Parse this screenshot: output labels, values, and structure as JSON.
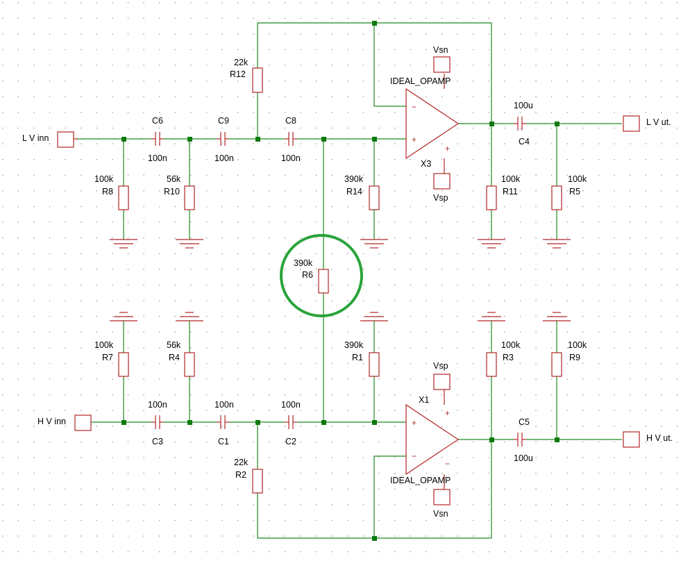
{
  "ports": {
    "lv_in": "L V inn",
    "lv_out": "L V ut.",
    "hv_in": "H V inn",
    "hv_out": "H V ut."
  },
  "opamps": {
    "x3": {
      "ref": "X3",
      "model": "IDEAL_OPAMP",
      "supply_top": "Vsn",
      "supply_bottom": "Vsp",
      "in_minus": "−",
      "in_plus": "+",
      "pin_plus": "+"
    },
    "x1": {
      "ref": "X1",
      "model": "IDEAL_OPAMP",
      "supply_top": "Vsp",
      "supply_bottom": "Vsn",
      "in_minus": "−",
      "in_plus": "+",
      "pin_plus": "+",
      "pin_minus": "−"
    }
  },
  "resistors": {
    "r12": {
      "ref": "R12",
      "value": "22k"
    },
    "r8": {
      "ref": "R8",
      "value": "100k"
    },
    "r10": {
      "ref": "R10",
      "value": "56k"
    },
    "r14": {
      "ref": "R14",
      "value": "390k"
    },
    "r11": {
      "ref": "R11",
      "value": "100k"
    },
    "r5": {
      "ref": "R5",
      "value": "100k"
    },
    "r6": {
      "ref": "R6",
      "value": "390k"
    },
    "r7": {
      "ref": "R7",
      "value": "100k"
    },
    "r4": {
      "ref": "R4",
      "value": "56k"
    },
    "r1": {
      "ref": "R1",
      "value": "390k"
    },
    "r3": {
      "ref": "R3",
      "value": "100k"
    },
    "r9": {
      "ref": "R9",
      "value": "100k"
    },
    "r2": {
      "ref": "R2",
      "value": "22k"
    }
  },
  "capacitors": {
    "c6": {
      "ref": "C6",
      "value": "100n"
    },
    "c9": {
      "ref": "C9",
      "value": "100n"
    },
    "c8": {
      "ref": "C8",
      "value": "100n"
    },
    "c4": {
      "ref": "C4",
      "value": "100u"
    },
    "c3": {
      "ref": "C3",
      "value": "100n"
    },
    "c1": {
      "ref": "C1",
      "value": "100n"
    },
    "c2": {
      "ref": "C2",
      "value": "100n"
    },
    "c5": {
      "ref": "C5",
      "value": "100u"
    }
  },
  "highlight": {
    "component": "R6",
    "color": "#2aa33a"
  },
  "colors": {
    "wire": "#1f8a1f",
    "component": "#b02525",
    "junction": "#0e7a0e",
    "grid_dot": "#9a9a9a"
  }
}
